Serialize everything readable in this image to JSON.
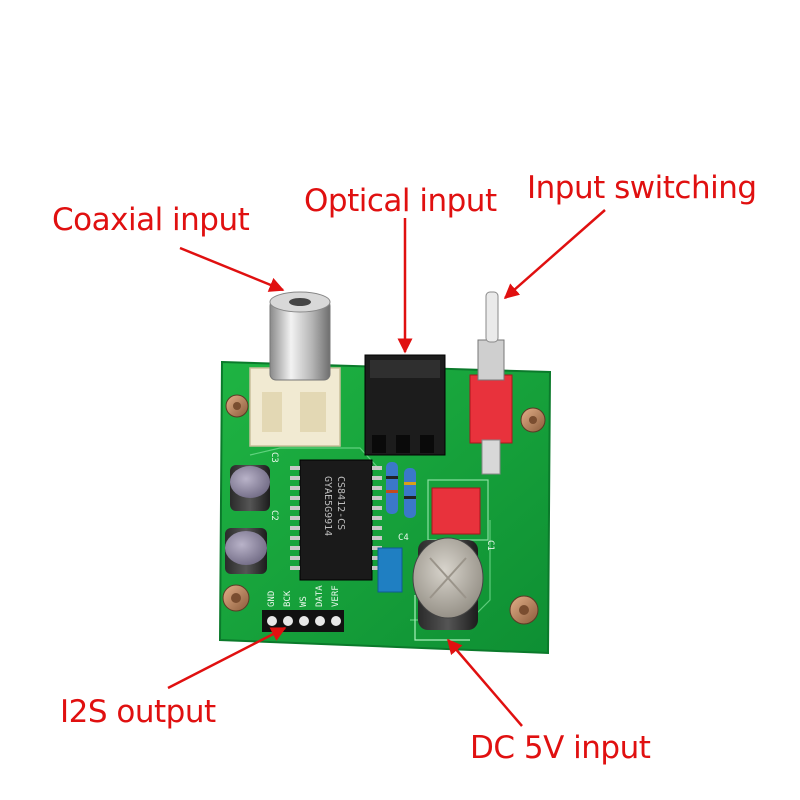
{
  "labels": {
    "coaxial": "Coaxial input",
    "optical": "Optical input",
    "switching": "Input switching",
    "i2s": "I2S output",
    "dc": "DC 5V input"
  },
  "board": {
    "chip_line1": "CS8412-CS",
    "chip_line2": "GYAE5G9914",
    "pins": [
      "GND",
      "BCK",
      "WS",
      "DATA",
      "VERF"
    ],
    "designators": {
      "c3": "C3",
      "c2": "C2",
      "c4": "C4",
      "c1": "C1"
    }
  },
  "colors": {
    "annotation": "#e01010",
    "pcb": "#13a53a",
    "switch": "#e8323c",
    "capacitor_blue": "#1f7fc2"
  }
}
